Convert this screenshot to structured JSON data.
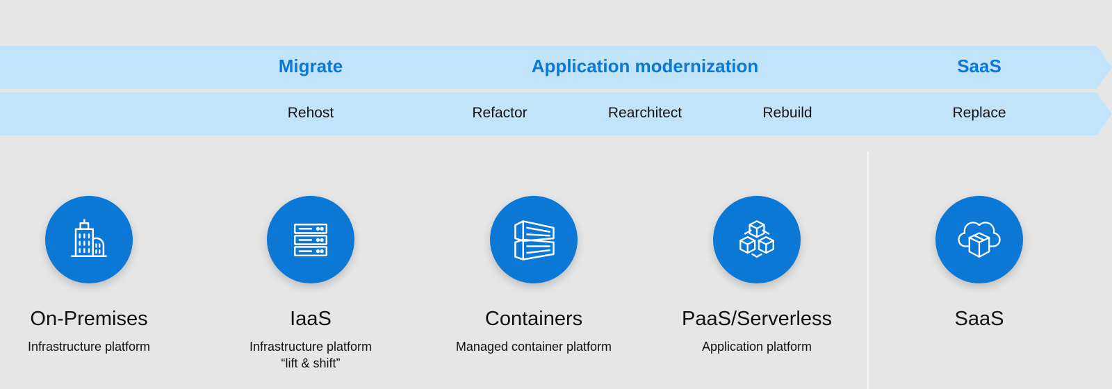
{
  "colors": {
    "background": "#e6e6e6",
    "band": "#c2e4fb",
    "accent": "#0a78d4",
    "text": "#111111",
    "divider": "#f7f7f7"
  },
  "phases": [
    {
      "label": "Migrate"
    },
    {
      "label": "Application modernization"
    },
    {
      "label": "SaaS"
    }
  ],
  "strategies": [
    {
      "label": "Rehost"
    },
    {
      "label": "Refactor"
    },
    {
      "label": "Rearchitect"
    },
    {
      "label": "Rebuild"
    },
    {
      "label": "Replace"
    }
  ],
  "platforms": [
    {
      "title": "On-Premises",
      "description": "Infrastructure platform",
      "icon": "building-icon"
    },
    {
      "title": "IaaS",
      "description": "Infrastructure platform",
      "description_line2": "“lift & shift”",
      "icon": "server-rack-icon"
    },
    {
      "title": "Containers",
      "description": "Managed container platform",
      "icon": "container-icon"
    },
    {
      "title": "PaaS/Serverless",
      "description": "Application platform",
      "icon": "cubes-icon"
    },
    {
      "title": "SaaS",
      "icon": "cloud-box-icon"
    }
  ]
}
